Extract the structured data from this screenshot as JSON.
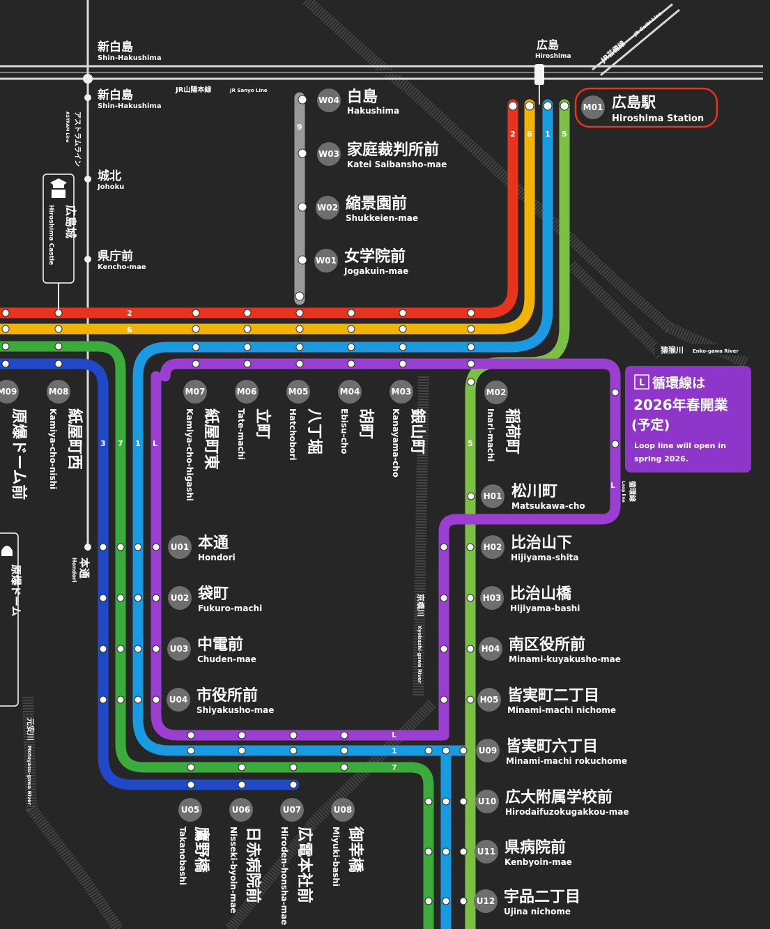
{
  "colors": {
    "background": "#262626",
    "line_2": "#e8341c",
    "line_6": "#f2b400",
    "line_1": "#1a9ae0",
    "line_5": "#7ac143",
    "line_3": "#1f49c9",
    "line_7": "#3bab3b",
    "line_9": "#9a9a9a",
    "line_L": "#9a3fd1",
    "jr": "#d9d9d9"
  },
  "jr": {
    "line_label": "JR山陽本線",
    "line_label_en": "JR Sanyo Line",
    "geibi_label": "JR芸備線",
    "geibi_label_en": "JR Geibi Line",
    "shin_hakushima_top_jp": "新白島",
    "shin_hakushima_top_en": "Shin-Hakushima",
    "hiroshima_jp": "広島",
    "hiroshima_en": "Hiroshima"
  },
  "astram": {
    "line_label": "アストラムライン",
    "line_label_en": "ASTRAM Line",
    "stations": [
      {
        "jp": "新白島",
        "en": "Shin-Hakushima"
      },
      {
        "jp": "城北",
        "en": "Johoku"
      },
      {
        "jp": "県庁前",
        "en": "Kencho-mae"
      },
      {
        "jp": "本通",
        "en": "Hondori"
      }
    ]
  },
  "castle": {
    "jp": "広島城",
    "en": "Hiroshima Castle"
  },
  "dome_side": {
    "jp": "原爆ドーム"
  },
  "hiroshima_station": {
    "code": "M01",
    "jp": "広島駅",
    "en": "Hiroshima Station"
  },
  "line_numbers": {
    "two": "2",
    "six": "6",
    "one": "1",
    "five": "5",
    "three": "3",
    "seven": "7",
    "nine": "9",
    "loop": "L"
  },
  "w_stations": [
    {
      "code": "W04",
      "jp": "白島",
      "en": "Hakushima"
    },
    {
      "code": "W03",
      "jp": "家庭裁判所前",
      "en": "Katei Saibansho-mae"
    },
    {
      "code": "W02",
      "jp": "縮景園前",
      "en": "Shukkeien-mae"
    },
    {
      "code": "W01",
      "jp": "女学院前",
      "en": "Jogakuin-mae"
    }
  ],
  "m_stations": [
    {
      "code": "M09",
      "jp": "原爆ドーム前",
      "en": ""
    },
    {
      "code": "M08",
      "jp": "紙屋町西",
      "en": "Kamiya-cho-nishi"
    },
    {
      "code": "M07",
      "jp": "紙屋町東",
      "en": "Kamiya-cho-higashi"
    },
    {
      "code": "M06",
      "jp": "立町",
      "en": "Tate-machi"
    },
    {
      "code": "M05",
      "jp": "八丁堀",
      "en": "Hatchobori"
    },
    {
      "code": "M04",
      "jp": "胡町",
      "en": "Ebisu-cho"
    },
    {
      "code": "M03",
      "jp": "銀山町",
      "en": "Kanayama-cho"
    },
    {
      "code": "M02",
      "jp": "稲荷町",
      "en": "Inari-machi"
    }
  ],
  "u_stations": [
    {
      "code": "U01",
      "jp": "本通",
      "en": "Hondori"
    },
    {
      "code": "U02",
      "jp": "袋町",
      "en": "Fukuro-machi"
    },
    {
      "code": "U03",
      "jp": "中電前",
      "en": "Chuden-mae"
    },
    {
      "code": "U04",
      "jp": "市役所前",
      "en": "Shiyakusho-mae"
    },
    {
      "code": "U05",
      "jp": "鷹野橋",
      "en": "Takanobashi"
    },
    {
      "code": "U06",
      "jp": "日赤病院前",
      "en": "Nisseki-byoin-mae"
    },
    {
      "code": "U07",
      "jp": "広電本社前",
      "en": "Hiroden-honsha-mae"
    },
    {
      "code": "U08",
      "jp": "御幸橋",
      "en": "Miyuki-bashi"
    },
    {
      "code": "U09",
      "jp": "皆実町六丁目",
      "en": "Minami-machi rokuchome"
    },
    {
      "code": "U10",
      "jp": "広大附属学校前",
      "en": "Hirodaifuzokugakkou-mae"
    },
    {
      "code": "U11",
      "jp": "県病院前",
      "en": "Kenbyoin-mae"
    },
    {
      "code": "U12",
      "jp": "宇品二丁目",
      "en": "Ujina nichome"
    }
  ],
  "h_stations": [
    {
      "code": "H01",
      "jp": "松川町",
      "en": "Matsukawa-cho"
    },
    {
      "code": "H02",
      "jp": "比治山下",
      "en": "Hijiyama-shita"
    },
    {
      "code": "H03",
      "jp": "比治山橋",
      "en": "Hijiyama-bashi"
    },
    {
      "code": "H04",
      "jp": "南区役所前",
      "en": "Minami-kuyakusho-mae"
    },
    {
      "code": "H05",
      "jp": "皆実町二丁目",
      "en": "Minami-machi nichome"
    }
  ],
  "rivers": {
    "enkou_jp": "猿猴川",
    "enkou_en": "Enko-gawa River",
    "kyobashi_jp": "京橋川",
    "kyobashi_en": "Kyobashi-gawa River",
    "motoyasu_jp": "元安川",
    "motoyasu_en": "Motoyasu-gawa River"
  },
  "loop_notice": {
    "badge": "L",
    "title_1": "循環線は",
    "title_2": "2026年春開業",
    "title_3": "(予定)",
    "en_1": "Loop line will open in",
    "en_2": "spring 2026.",
    "side_label_jp": "循環線",
    "side_label_en": "Loop line"
  }
}
